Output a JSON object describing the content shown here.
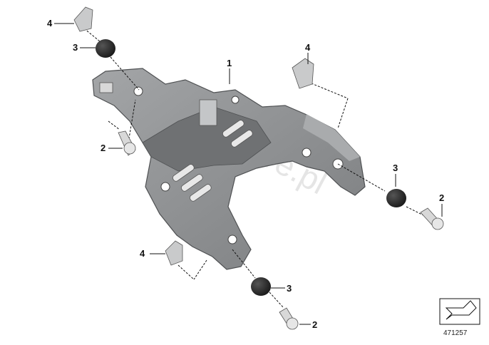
{
  "callouts": [
    {
      "id": "1",
      "label": "1"
    },
    {
      "id": "2",
      "label": "2"
    },
    {
      "id": "3",
      "label": "3"
    },
    {
      "id": "4",
      "label": "4"
    }
  ],
  "watermark": "BMWstore.pl",
  "diagram_number": "471257",
  "colors": {
    "bracket_fill": "#8f9193",
    "bracket_dark": "#5f6163",
    "bracket_light": "#b4b6b8",
    "rubber": "#1c1c1c",
    "clip": "#c9cacb",
    "line": "#111111"
  }
}
